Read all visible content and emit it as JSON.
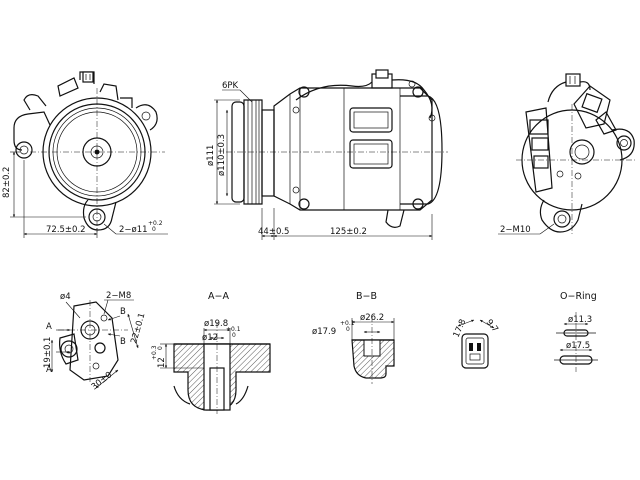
{
  "labels": {
    "belt": "6PK",
    "dia_111": "ø111",
    "dia_110": "ø110±0.3",
    "len_44": "44±0.5",
    "len_125": "125±0.2",
    "h_82": "82±0.2",
    "w_72": "72.5±0.2",
    "holes_front": "2−ø11",
    "tol_plus_02": "+0.2",
    "tol_zero": "0",
    "thread_m10": "2−M10",
    "dia_4": "ø4",
    "thread_m8": "2−M8",
    "mark_a": "A",
    "mark_b": "B",
    "len_22": "22±0.1",
    "len_19": "19±0.1",
    "len_30": "30±0",
    "sec_aa": "A−A",
    "dia_19_8": "ø19.8",
    "dia_12": "ø12",
    "tol_plus_01": "+0.1",
    "h_12": "12",
    "tol_plus_03": "+0.3",
    "sec_bb": "B−B",
    "dia_26_2": "ø26.2",
    "dia_17_9": "ø17.9",
    "conn_17_8": "17.8",
    "conn_9_7": "9.7",
    "oring_title": "O−Ring",
    "dia_11_3": "ø11.3",
    "dia_17_5": "ø17.5"
  }
}
